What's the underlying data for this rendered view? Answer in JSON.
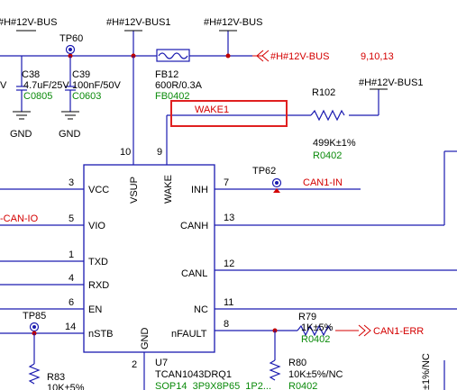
{
  "colors": {
    "wire": "#1a1ab0",
    "net_label": "#d40000",
    "footprint": "#0a8a0a",
    "highlight": "#e02020",
    "junction": "#c00000"
  },
  "power": {
    "bus_left": "#H#12V-BUS",
    "bus1_top": "#H#12V-BUS1",
    "bus_top_right": "#H#12V-BUS",
    "bus1_right": "#H#12V-BUS1",
    "offpage": "#H#12V-BUS",
    "offpage_sheets": "9,10,13"
  },
  "testpoints": {
    "tp60": "TP60",
    "tp62": "TP62",
    "tp85": "TP85"
  },
  "components": {
    "c38": {
      "ref": "C38",
      "value": "4.7uF/25V",
      "footprint": "C0805"
    },
    "c39": {
      "ref": "C39",
      "value": "100nF/50V",
      "footprint": "C0603"
    },
    "fb12": {
      "ref": "FB12",
      "value": "600R/0.3A",
      "footprint": "FB0402"
    },
    "r102": {
      "ref": "R102",
      "value": "499K±1%",
      "footprint": "R0402"
    },
    "r79": {
      "ref": "R79",
      "value": "1K±5%",
      "footprint": "R0402"
    },
    "r80": {
      "ref": "R80",
      "value": "10K±5%/NC",
      "footprint": "R0402"
    },
    "r83": {
      "ref": "R83",
      "value": "10K±5%"
    },
    "u7": {
      "ref": "U7",
      "value": "TCAN1043DRQ1",
      "footprint": "SOP14_3P9X8P65_1P2..."
    },
    "right_partial": "±1%/NC",
    "left_partial": "V"
  },
  "gnd": [
    "GND",
    "GND"
  ],
  "nets": {
    "wake1": "WAKE1",
    "can1_in": "CAN1-IN",
    "can1_err": "CAN1-ERR",
    "can_io": "-CAN-IO"
  },
  "pins": {
    "vcc": {
      "name": "VCC",
      "num": "3"
    },
    "vio": {
      "name": "VIO",
      "num": "5"
    },
    "txd": {
      "name": "TXD",
      "num": "1"
    },
    "rxd": {
      "name": "RXD",
      "num": "4"
    },
    "en": {
      "name": "EN",
      "num": "6"
    },
    "nstb": {
      "name": "nSTB",
      "num": "14"
    },
    "vsup": {
      "name": "VSUP",
      "num": "10"
    },
    "wake": {
      "name": "WAKE",
      "num": "9"
    },
    "gnd": {
      "name": "GND",
      "num": "2"
    },
    "inh": {
      "name": "INH",
      "num": "7"
    },
    "canh": {
      "name": "CANH",
      "num": "13"
    },
    "canl": {
      "name": "CANL",
      "num": "12"
    },
    "nc": {
      "name": "NC",
      "num": "11"
    },
    "nfault": {
      "name": "nFAULT",
      "num": "8"
    }
  }
}
